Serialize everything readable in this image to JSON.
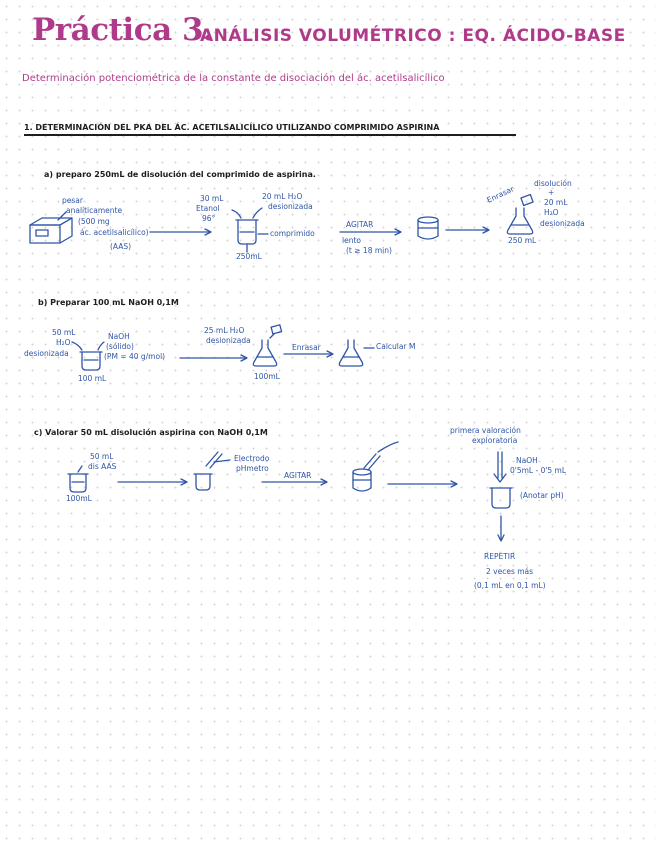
{
  "title": {
    "main": "Práctica 3.",
    "sub": "ANÁLISIS VOLUMÉTRICO : EQ. ÁCIDO-BASE"
  },
  "subtitle": "Determinación potenciométrica de la constante de disociación del ác. acetilsalicílico",
  "section1": "1. DETERMINACIÓN DEL PKA DEL ÁC. ACETILSALICÍLICO UTILIZANDO COMPRIMIDO ASPIRINA",
  "part_a": {
    "heading": "a) preparo 250mL de disolución del comprimido de aspirina.",
    "pesar": [
      "pesar",
      "analíticamente",
      "(500 mg",
      "ác. acetilsalicílico)",
      "(AAS)"
    ],
    "etanol": [
      "30 mL",
      "Etanol",
      "96°"
    ],
    "agua": [
      "20 mL H₂O",
      "desionizada"
    ],
    "comprimido": "comprimido",
    "beaker_vol": "250mL",
    "agitar": "AGITAR",
    "lento": "lento",
    "tiempo": "(t ≥ 18 min)",
    "enrasar": "Enrasar",
    "disolucion": [
      "disolución",
      "+",
      "20 mL",
      "H₂O",
      "desionizada"
    ],
    "flask_vol": "250 mL"
  },
  "part_b": {
    "heading": "b) Preparar 100 mL NaOH 0,1M",
    "agua": [
      "50 mL",
      "H₂O",
      "desionizada"
    ],
    "naoh": [
      "NaOH",
      "(sólido)",
      "(PM = 40 g/mol)"
    ],
    "beaker_vol": "100 mL",
    "agua2": [
      "25 mL H₂O",
      "desionizada"
    ],
    "flask_vol": "100mL",
    "enrasar": "Enrasar",
    "calcular": "Calcular M"
  },
  "part_c": {
    "heading": "c) Valorar 50 mL disolución aspirina con NaOH 0,1M",
    "dis": [
      "50 mL",
      "dis AAS"
    ],
    "beaker_vol": "100mL",
    "electrodo": [
      "Electrodo",
      "pHmetro"
    ],
    "agitar": "AGITAR",
    "primera": [
      "primera valoración",
      "exploratoria"
    ],
    "naoh_add": [
      "NaOH",
      "0'5mL - 0'5 mL"
    ],
    "anotar": "(Anotar pH)",
    "repetir": [
      "REPETIR",
      "2 veces más",
      "(0,1 mL en 0,1 mL)"
    ]
  }
}
